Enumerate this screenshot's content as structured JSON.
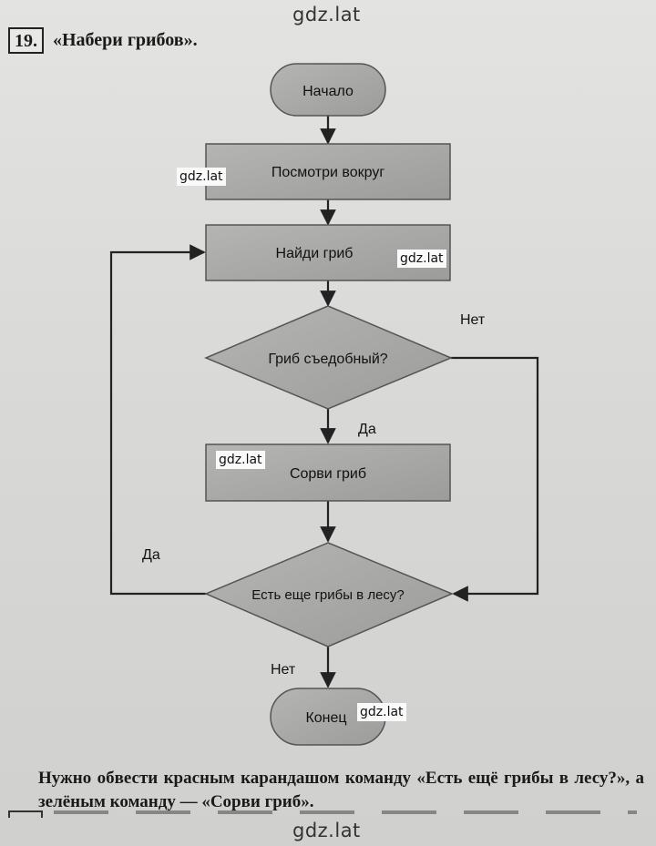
{
  "watermarks": {
    "top": "gdz.lat",
    "bottom": "gdz.lat",
    "chips": [
      "gdz.lat",
      "gdz.lat",
      "gdz.lat",
      "gdz.lat"
    ]
  },
  "task": {
    "number": "19.",
    "title": "«Набери грибов»."
  },
  "flowchart": {
    "start": "Начало",
    "look_around": "Посмотри вокруг",
    "find_mushroom": "Найди гриб",
    "edible_question": "Гриб съедобный?",
    "pick_mushroom": "Сорви гриб",
    "more_question": "Есть еще грибы в лесу?",
    "end": "Конец",
    "labels": {
      "edible_no": "Нет",
      "edible_yes": "Да",
      "more_yes": "Да",
      "more_no": "Нет"
    },
    "colors": {
      "shape_fill": "#a8a8a6",
      "shape_stroke": "#555555",
      "arrow": "#222222"
    }
  },
  "answer_text": "Нужно обвести красным карандашом команду «Есть ещё грибы в лесу?», а зелёным команду — «Сорви гриб»."
}
